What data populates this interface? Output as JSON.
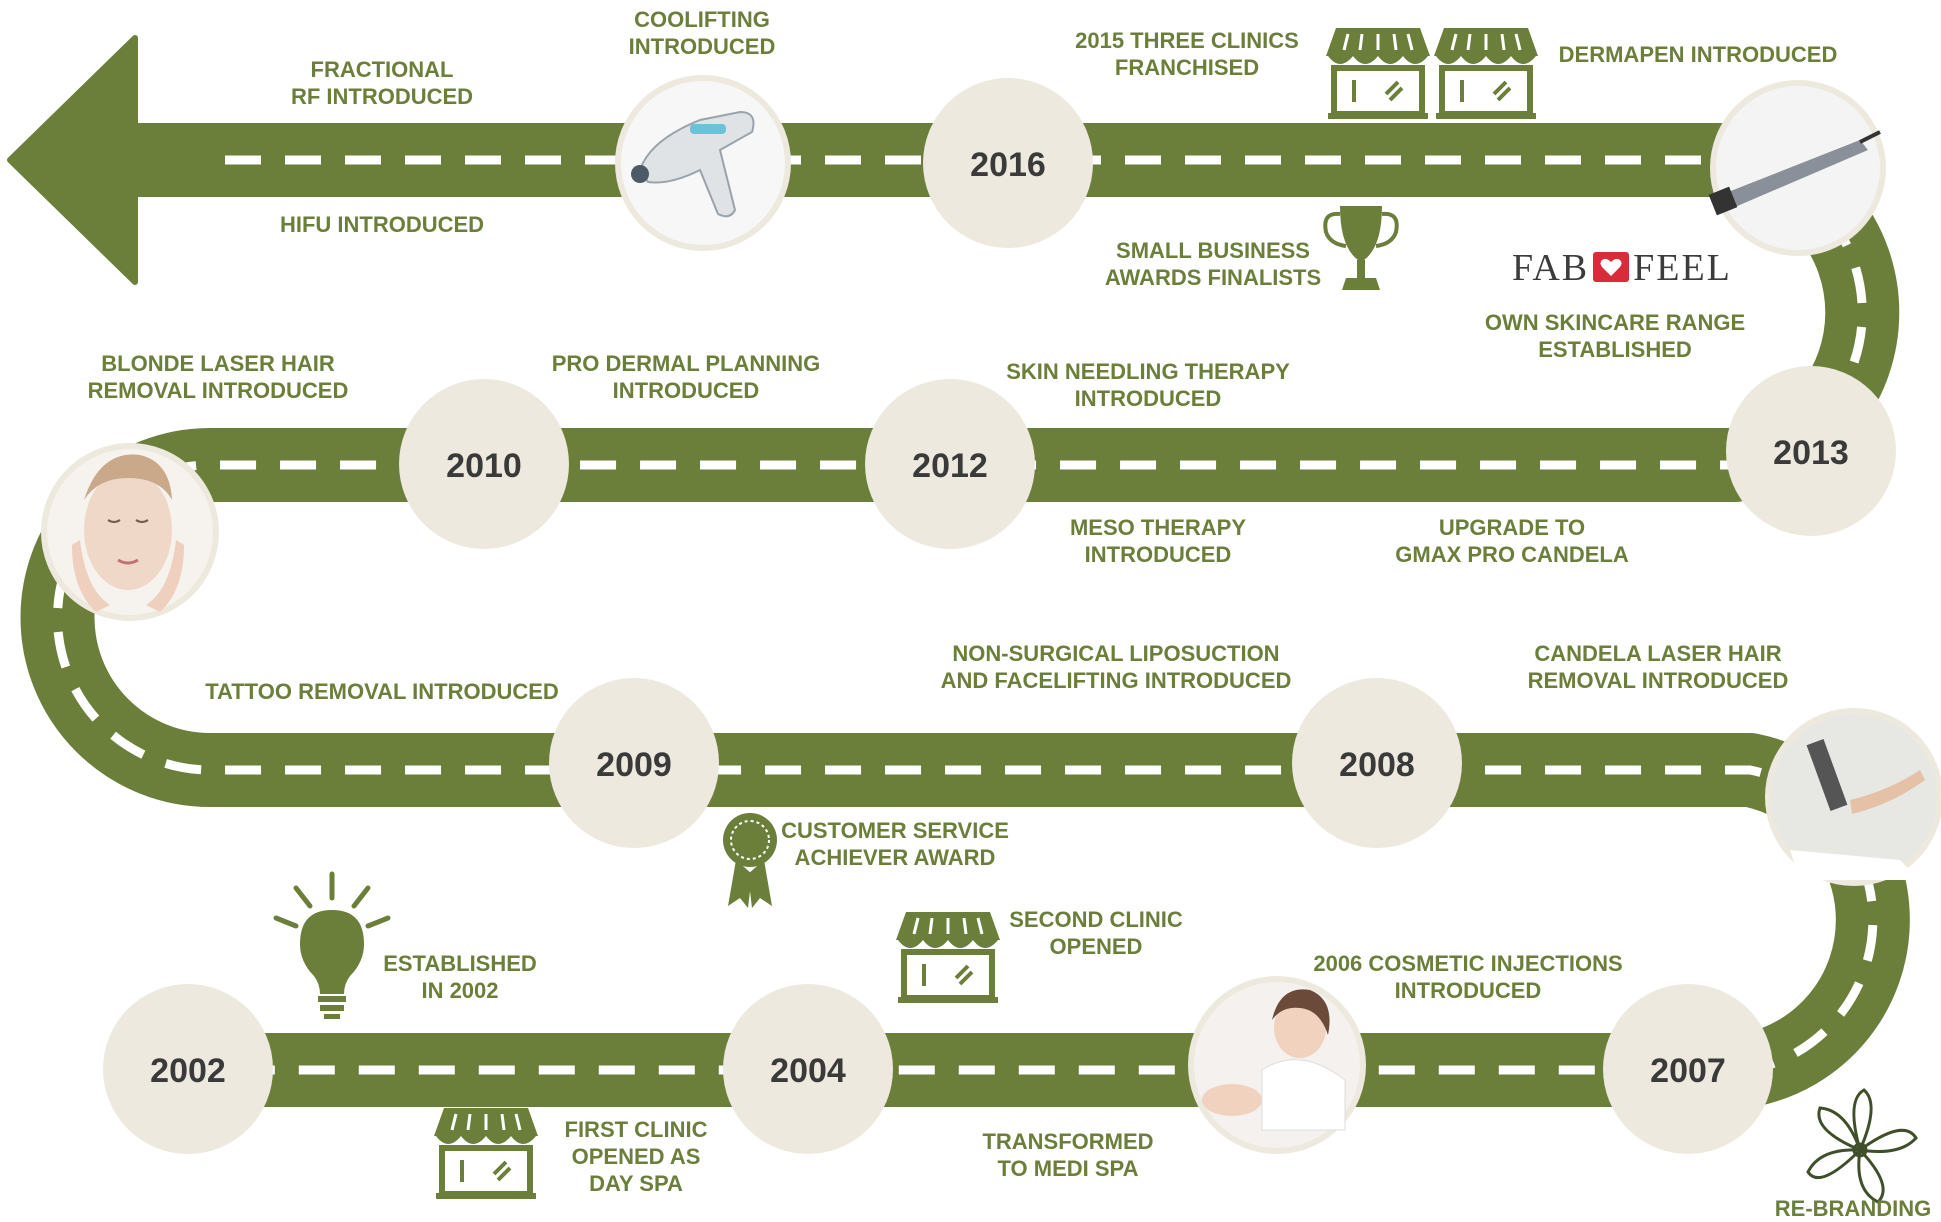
{
  "years": [
    "2016",
    "2013",
    "2010",
    "2012",
    "2009",
    "2008",
    "2002",
    "2004",
    "2007"
  ],
  "labels": {
    "fractional_rf": [
      "FRACTIONAL",
      "RF INTRODUCED"
    ],
    "hifu": [
      "HIFU INTRODUCED"
    ],
    "coolifting": [
      "COOLIFTING",
      "INTRODUCED"
    ],
    "three_clinics": [
      "2015 THREE CLINICS",
      "FRANCHISED"
    ],
    "dermapen": [
      "DERMAPEN INTRODUCED"
    ],
    "small_business": [
      "SMALL BUSINESS",
      "AWARDS FINALISTS"
    ],
    "skincare": [
      "OWN SKINCARE RANGE",
      "ESTABLISHED"
    ],
    "blonde_laser": [
      "BLONDE LASER HAIR",
      "REMOVAL INTRODUCED"
    ],
    "pro_dermal": [
      "PRO DERMAL PLANNING",
      "INTRODUCED"
    ],
    "skin_needling": [
      "SKIN NEEDLING THERAPY",
      "INTRODUCED"
    ],
    "meso": [
      "MESO THERAPY",
      "INTRODUCED"
    ],
    "gmax": [
      "UPGRADE TO",
      "GMAX PRO CANDELA"
    ],
    "tattoo": [
      "TATTOO REMOVAL INTRODUCED"
    ],
    "lipo": [
      "NON-SURGICAL LIPOSUCTION",
      "AND FACELIFTING INTRODUCED"
    ],
    "candela": [
      "CANDELA LASER HAIR",
      "REMOVAL INTRODUCED"
    ],
    "customer_service": [
      "CUSTOMER SERVICE",
      "ACHIEVER AWARD"
    ],
    "second_clinic": [
      "SECOND CLINIC",
      "OPENED"
    ],
    "established": [
      "ESTABLISHED",
      "IN 2002"
    ],
    "cosmetic": [
      "2006 COSMETIC INJECTIONS",
      "INTRODUCED"
    ],
    "first_clinic": [
      "FIRST CLINIC",
      "OPENED AS",
      "DAY SPA"
    ],
    "medi_spa": [
      "TRANSFORMED",
      "TO MEDI SPA"
    ],
    "rebranding": [
      "RE-BRANDING"
    ]
  },
  "logo": {
    "left": "FAB",
    "right": "FEEL"
  },
  "colors": {
    "road": "#6b7f3b",
    "dash": "#ffffff",
    "circle": "#ede9de",
    "text": "#6b7f3b",
    "year_text": "#3a3a3a",
    "heart": "#d92b3a"
  }
}
